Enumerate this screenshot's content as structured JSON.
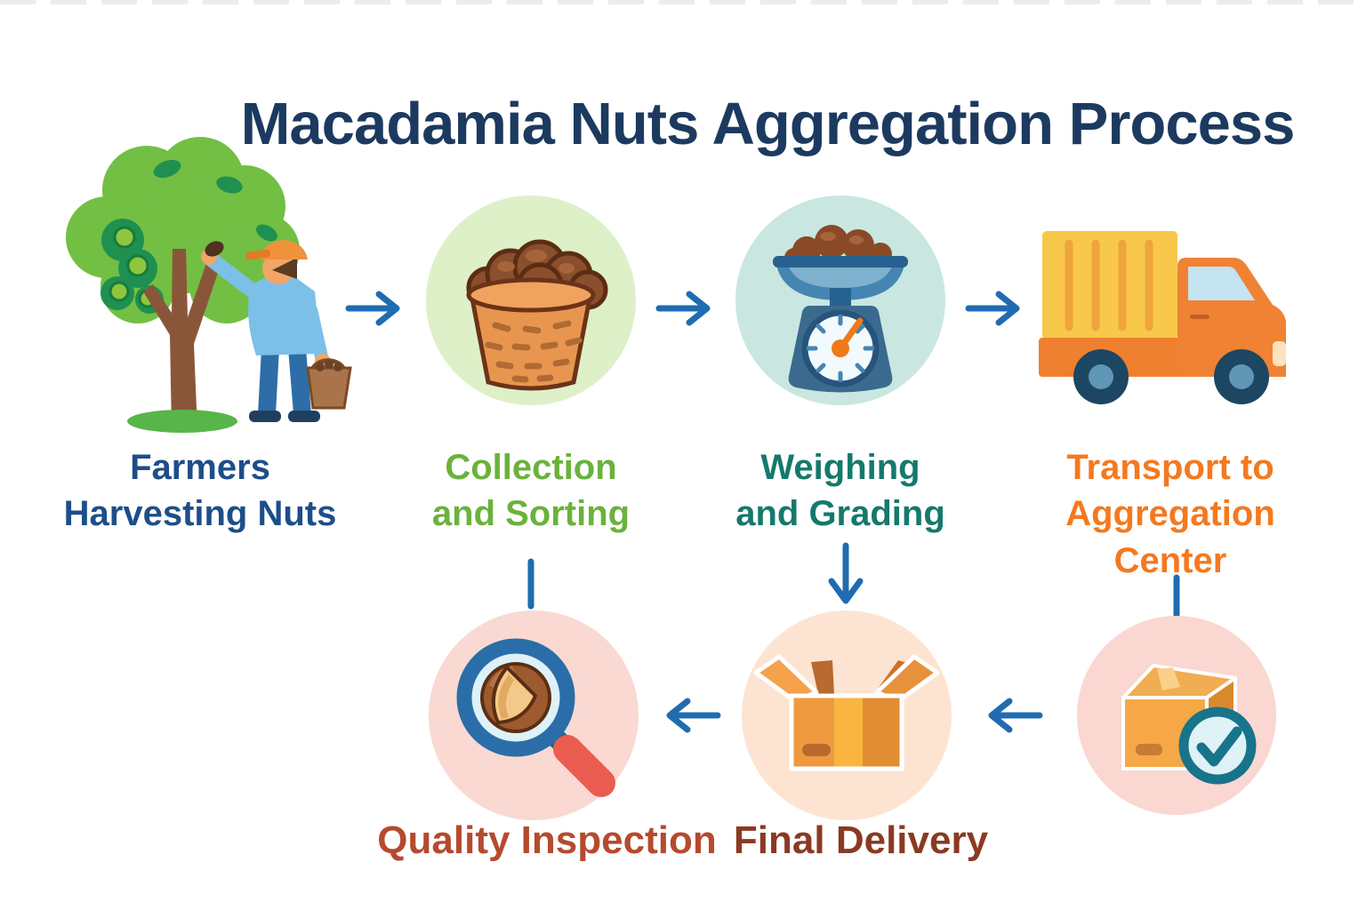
{
  "title": {
    "text": "Macadamia Nuts Aggregation Process",
    "color": "#1c3a5f"
  },
  "steps": [
    {
      "id": "farmers",
      "label": "Farmers\nHarvesting Nuts",
      "label_color": "#1d4e89",
      "icon": "tree-farmer-icon"
    },
    {
      "id": "collection",
      "label": "Collection\nand Sorting",
      "label_color": "#6ab23c",
      "icon": "nut-basket-icon",
      "circle_color": "#def0c8"
    },
    {
      "id": "weighing",
      "label": "Weighing\nand Grading",
      "label_color": "#15796b",
      "icon": "weighing-scale-icon",
      "circle_color": "#c9e7e0"
    },
    {
      "id": "transport",
      "label": "Transport to\nAggregation\nCenter",
      "label_color": "#f4791f",
      "icon": "delivery-truck-icon"
    },
    {
      "id": "quality",
      "label": "Quality Inspection",
      "label_color": "#b54a2e",
      "icon": "magnifier-nut-icon",
      "circle_color": "#f9d9d2"
    },
    {
      "id": "delivery",
      "label": "Final Delivery",
      "label_color": "#8a3a22",
      "icon": "open-box-icon",
      "circle_color": "#fde4d2"
    },
    {
      "id": "received",
      "label": "",
      "icon": "checked-box-icon",
      "circle_color": "#fbd7d2"
    }
  ],
  "flow": {
    "arrow_color": "#1f6cb0",
    "links": [
      {
        "from": "farmers",
        "to": "collection",
        "direction": "right"
      },
      {
        "from": "collection",
        "to": "weighing",
        "direction": "right"
      },
      {
        "from": "weighing",
        "to": "transport",
        "direction": "right"
      },
      {
        "from": "collection",
        "to": "quality",
        "direction": "down"
      },
      {
        "from": "weighing",
        "to": "delivery",
        "direction": "down"
      },
      {
        "from": "transport",
        "to": "received",
        "direction": "down"
      },
      {
        "from": "received",
        "to": "delivery",
        "direction": "left"
      },
      {
        "from": "delivery",
        "to": "quality",
        "direction": "left"
      }
    ]
  }
}
